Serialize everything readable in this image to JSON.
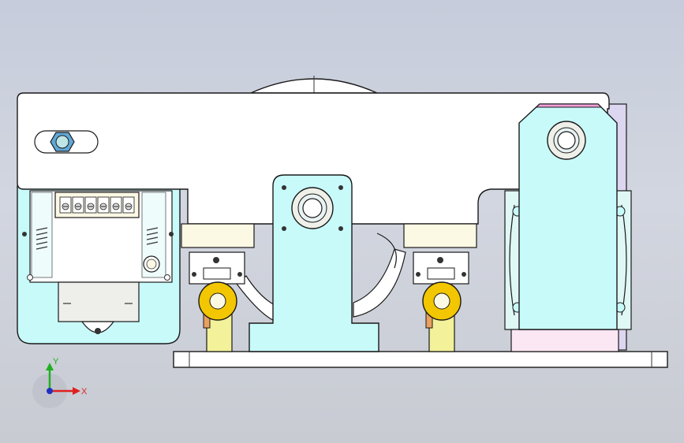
{
  "viewport": {
    "background_top": "#c6ccdb",
    "background_bottom": "#c8cbd2"
  },
  "model": {
    "view": "front",
    "components": [
      "pulley-wheel",
      "top-plate",
      "electrical-box",
      "terminal-block",
      "center-bearing-bracket",
      "left-limit-switch",
      "right-limit-switch",
      "left-yellow-roller",
      "right-yellow-roller",
      "right-tall-bracket",
      "motor-housing",
      "base-plate"
    ],
    "colors": {
      "edge": "#1a1a1a",
      "plate_white": "#ffffff",
      "cyan_part": "#c8fafa",
      "light_cyan": "#dff7f5",
      "yellow_part": "#f3f19a",
      "roller_gold": "#f2c600",
      "pink_accent": "#f0a0d8",
      "cream": "#fbf8e4",
      "blue_nut": "#5fa8d8",
      "orange_part": "#e8a060"
    }
  },
  "triad": {
    "x_label": "X",
    "y_label": "Y",
    "x_color": "#e02020",
    "y_color": "#20b020",
    "z_color": "#2030c0"
  }
}
